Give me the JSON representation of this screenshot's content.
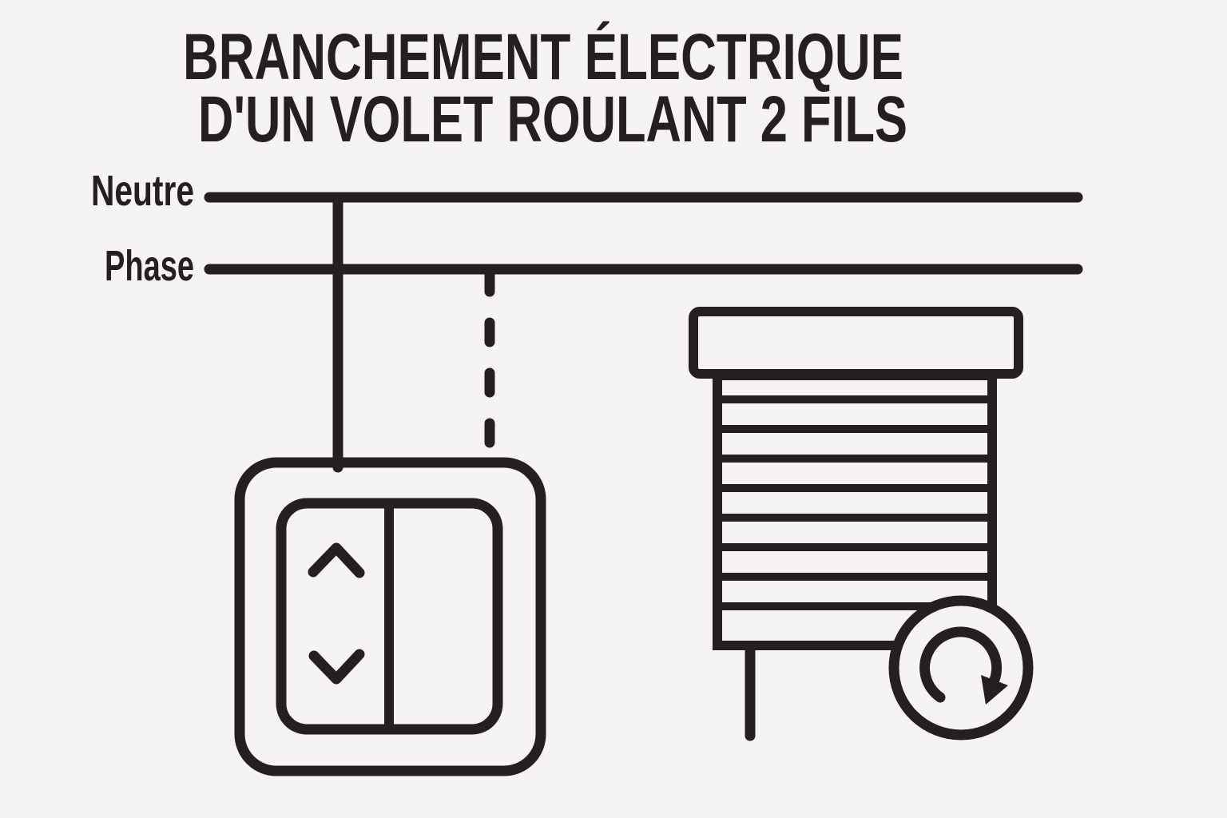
{
  "title": {
    "line1": "BRANCHEMENT ÉLECTRIQUE",
    "line2": "D'UN VOLET ROULANT 2 FILS"
  },
  "wire_labels": {
    "neutral": "Neutre",
    "phase": "Phase"
  },
  "colors": {
    "ink": "#242021",
    "background": "#f5f4f2"
  },
  "icons": {
    "switch_up": "chevron-up",
    "switch_down": "chevron-down",
    "motor": "clockwise-rotation-arrow"
  },
  "shutter": {
    "slat_count": 8
  }
}
